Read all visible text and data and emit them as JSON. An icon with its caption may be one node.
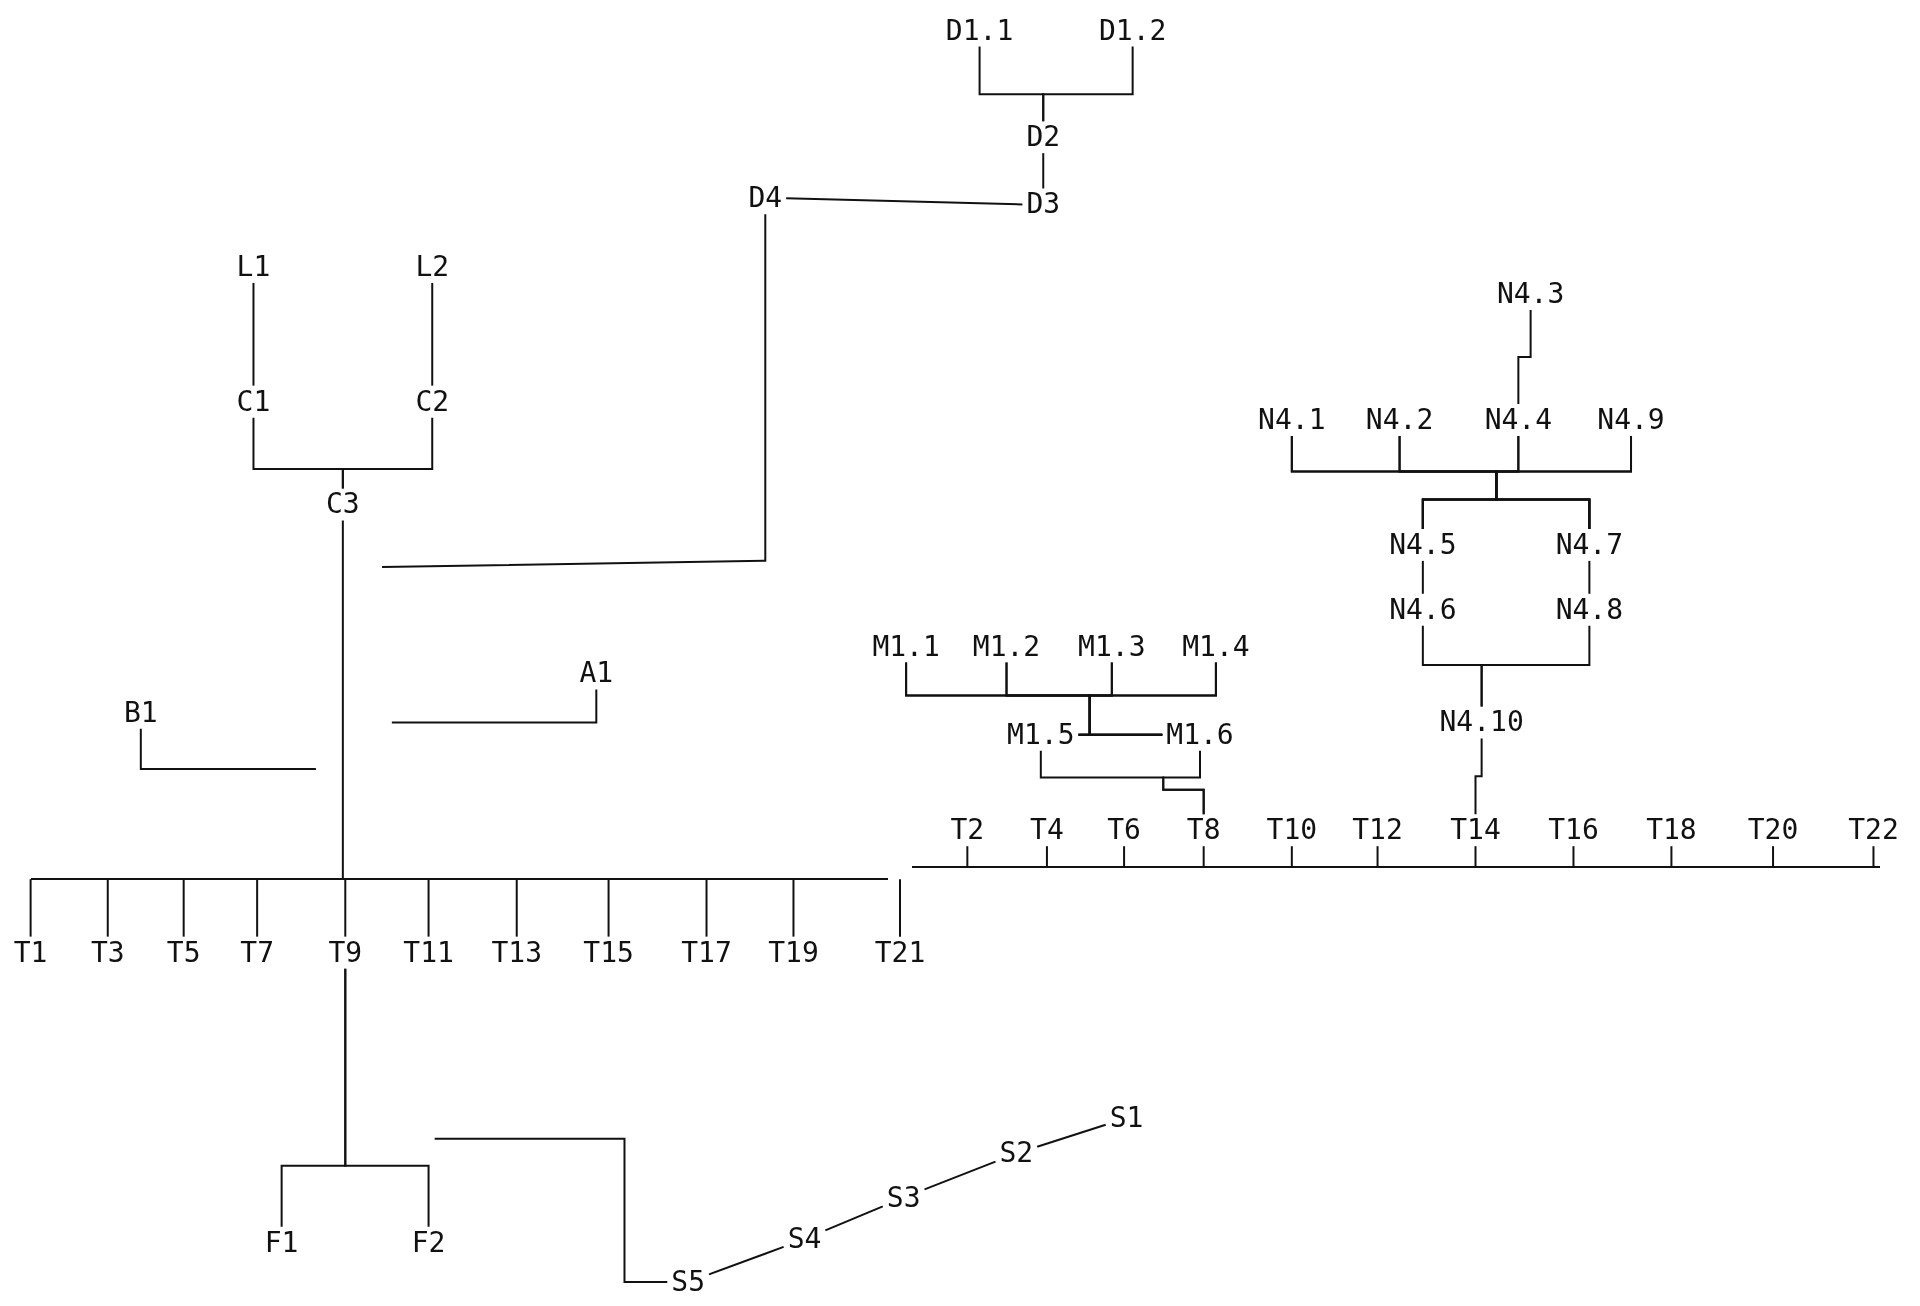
{
  "diagram": {
    "nodes": [
      {
        "text": [
          "D1.1"
        ]
      },
      {
        "text": [
          "D1.2"
        ]
      },
      {
        "text": [
          "D2"
        ]
      },
      {
        "text": [
          "D3"
        ]
      },
      {
        "text": [
          "D4"
        ]
      },
      {
        "text": [
          "L1"
        ]
      },
      {
        "text": [
          "L2"
        ]
      },
      {
        "text": [
          "C1"
        ]
      },
      {
        "text": [
          "C2"
        ]
      },
      {
        "text": [
          "C3"
        ]
      },
      {
        "text": [
          "N4.3"
        ]
      },
      {
        "text": [
          "N4.1"
        ]
      },
      {
        "text": [
          "N4.2"
        ]
      },
      {
        "text": [
          "N4.4"
        ]
      },
      {
        "text": [
          "N4.9"
        ]
      },
      {
        "text": [
          "N4.5"
        ]
      },
      {
        "text": [
          "N4.7"
        ]
      },
      {
        "text": [
          "N4.6"
        ]
      },
      {
        "text": [
          "N4.8"
        ]
      },
      {
        "text": [
          "M1.1"
        ]
      },
      {
        "text": [
          "M1.2"
        ]
      },
      {
        "text": [
          "M1.3"
        ]
      },
      {
        "text": [
          "M1.4"
        ]
      },
      {
        "text": [
          "A1"
        ]
      },
      {
        "text": [
          "M1.5"
        ]
      },
      {
        "text": [
          "M1.6"
        ]
      },
      {
        "text": [
          "N4.10"
        ]
      },
      {
        "text": [
          "B1"
        ]
      },
      {
        "text": [
          "T2"
        ]
      },
      {
        "text": [
          "T4"
        ]
      },
      {
        "text": [
          "T6"
        ]
      },
      {
        "text": [
          "T8"
        ]
      },
      {
        "text": [
          "T10"
        ]
      },
      {
        "text": [
          "T12"
        ]
      },
      {
        "text": [
          "T14"
        ]
      },
      {
        "text": [
          "T16"
        ]
      },
      {
        "text": [
          "T18"
        ]
      },
      {
        "text": [
          "T20"
        ]
      },
      {
        "text": [
          "T22"
        ]
      },
      {
        "text": [],
        "shape": "bar"
      },
      {
        "text": [],
        "shape": "bar"
      },
      {
        "text": [
          "T1"
        ]
      },
      {
        "text": [
          "T3"
        ]
      },
      {
        "text": [
          "T5"
        ]
      },
      {
        "text": [
          "T7"
        ]
      },
      {
        "text": [
          "T9"
        ]
      },
      {
        "text": [
          "T11"
        ]
      },
      {
        "text": [
          "T13"
        ]
      },
      {
        "text": [
          "T15"
        ]
      },
      {
        "text": [
          "T17"
        ]
      },
      {
        "text": [
          "T19"
        ]
      },
      {
        "text": [
          "T21"
        ]
      },
      {
        "text": [
          "S1"
        ]
      },
      {
        "text": [
          "S2"
        ]
      },
      {
        "text": [
          "S3"
        ]
      },
      {
        "text": [
          "S4"
        ]
      },
      {
        "text": [
          "F1"
        ]
      },
      {
        "text": [
          "F2"
        ]
      },
      {
        "text": [
          "S5"
        ]
      }
    ],
    "edges": [
      {
        "from": 0,
        "to": 2,
        "arrow": "none"
      },
      {
        "from": 1,
        "to": 2,
        "arrow": "none"
      },
      {
        "from": 2,
        "to": 3,
        "arrow": "none"
      },
      {
        "from": 3,
        "to": 4,
        "arrow": "none"
      },
      {
        "from": 4,
        "to": null,
        "arrow": "none"
      },
      {
        "from": 5,
        "to": 7,
        "arrow": "none"
      },
      {
        "from": 6,
        "to": 8,
        "arrow": "none"
      },
      {
        "from": 7,
        "to": 9,
        "arrow": "none"
      },
      {
        "from": 8,
        "to": 9,
        "arrow": "none"
      },
      {
        "from": 9,
        "to": 40,
        "arrow": "none"
      },
      {
        "from": 23,
        "to": null,
        "arrow": "none"
      },
      {
        "from": 27,
        "to": null,
        "arrow": "none"
      },
      {
        "from": 10,
        "to": 13,
        "arrow": "none"
      },
      {
        "from": 11,
        "to": 15,
        "arrow": "none"
      },
      {
        "from": 11,
        "to": 16,
        "arrow": "none"
      },
      {
        "from": 12,
        "to": 15,
        "arrow": "none"
      },
      {
        "from": 12,
        "to": 16,
        "arrow": "none"
      },
      {
        "from": 13,
        "to": 15,
        "arrow": "none"
      },
      {
        "from": 13,
        "to": 16,
        "arrow": "none"
      },
      {
        "from": 14,
        "to": 15,
        "arrow": "none"
      },
      {
        "from": 14,
        "to": 16,
        "arrow": "none"
      },
      {
        "from": 15,
        "to": 17,
        "arrow": "none"
      },
      {
        "from": 16,
        "to": 18,
        "arrow": "none"
      },
      {
        "from": 17,
        "to": 26,
        "arrow": "none"
      },
      {
        "from": 18,
        "to": 26,
        "arrow": "none"
      },
      {
        "from": 26,
        "to": 34,
        "arrow": "none"
      },
      {
        "from": 19,
        "to": 24,
        "arrow": "none"
      },
      {
        "from": 19,
        "to": 25,
        "arrow": "none"
      },
      {
        "from": 20,
        "to": 24,
        "arrow": "none"
      },
      {
        "from": 20,
        "to": 25,
        "arrow": "none"
      },
      {
        "from": 21,
        "to": 24,
        "arrow": "none"
      },
      {
        "from": 21,
        "to": 25,
        "arrow": "none"
      },
      {
        "from": 22,
        "to": 24,
        "arrow": "none"
      },
      {
        "from": 22,
        "to": 25,
        "arrow": "none"
      },
      {
        "from": 24,
        "to": 31,
        "arrow": "none"
      },
      {
        "from": 25,
        "to": 31,
        "arrow": "none"
      },
      {
        "from": 39,
        "to": 28,
        "arrow": "none"
      },
      {
        "from": 39,
        "to": 29,
        "arrow": "none"
      },
      {
        "from": 39,
        "to": 30,
        "arrow": "none"
      },
      {
        "from": 39,
        "to": 31,
        "arrow": "none"
      },
      {
        "from": 39,
        "to": 32,
        "arrow": "none"
      },
      {
        "from": 39,
        "to": 33,
        "arrow": "none"
      },
      {
        "from": 39,
        "to": 34,
        "arrow": "none"
      },
      {
        "from": 39,
        "to": 35,
        "arrow": "none"
      },
      {
        "from": 39,
        "to": 36,
        "arrow": "none"
      },
      {
        "from": 39,
        "to": 37,
        "arrow": "none"
      },
      {
        "from": 39,
        "to": 38,
        "arrow": "none"
      },
      {
        "from": 40,
        "to": 41,
        "arrow": "none"
      },
      {
        "from": 40,
        "to": 42,
        "arrow": "none"
      },
      {
        "from": 40,
        "to": 43,
        "arrow": "none"
      },
      {
        "from": 40,
        "to": 44,
        "arrow": "none"
      },
      {
        "from": 40,
        "to": 45,
        "arrow": "none"
      },
      {
        "from": 40,
        "to": 46,
        "arrow": "none"
      },
      {
        "from": 40,
        "to": 47,
        "arrow": "none"
      },
      {
        "from": 40,
        "to": 48,
        "arrow": "none"
      },
      {
        "from": 40,
        "to": 49,
        "arrow": "none"
      },
      {
        "from": 40,
        "to": 50,
        "arrow": "none"
      },
      {
        "from": 40,
        "to": 51,
        "arrow": "none"
      },
      {
        "from": 45,
        "to": 56,
        "arrow": "none"
      },
      {
        "from": 45,
        "to": 57,
        "arrow": "none"
      },
      {
        "from": null,
        "to": 58,
        "arrow": "none"
      },
      {
        "from": 58,
        "to": 55,
        "arrow": "none"
      },
      {
        "from": 55,
        "to": 54,
        "arrow": "none"
      },
      {
        "from": 54,
        "to": 53,
        "arrow": "none"
      },
      {
        "from": 53,
        "to": 52,
        "arrow": "none"
      }
    ]
  }
}
